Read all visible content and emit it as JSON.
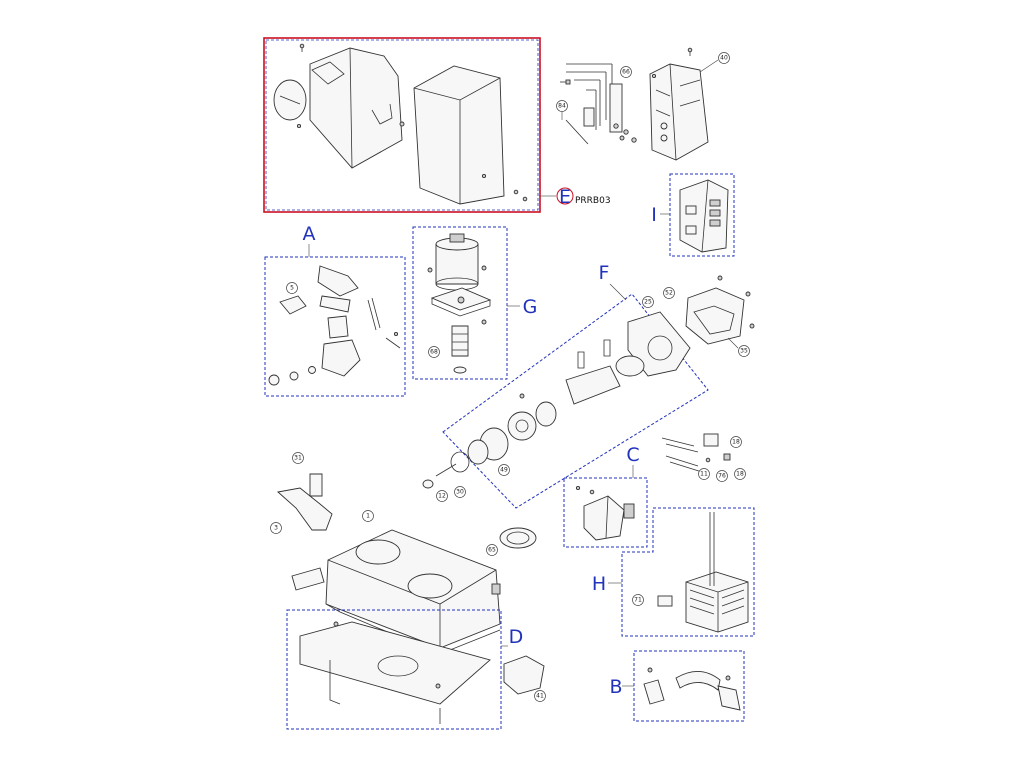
{
  "groups": {
    "A": "A",
    "B": "B",
    "C": "C",
    "D": "D",
    "E": "E",
    "F": "F",
    "G": "G",
    "H": "H",
    "I": "I"
  },
  "code": "PRRB03",
  "callouts": {
    "c66": "66",
    "c40": "40",
    "c84": "84",
    "c5": "5",
    "c68": "68",
    "c25": "25",
    "c52": "52",
    "c35": "35",
    "c49": "49",
    "c12": "12",
    "c30": "30",
    "c18a": "18",
    "c18b": "18",
    "c11": "11",
    "c76": "76",
    "c31": "31",
    "c3": "3",
    "c1": "1",
    "c65": "65",
    "c71": "71",
    "c41": "41"
  },
  "colors": {
    "group_letter": "#2233bb",
    "highlight_box": "#cc1122",
    "dashed_box": "#2233bb",
    "line_art": "#333333"
  }
}
